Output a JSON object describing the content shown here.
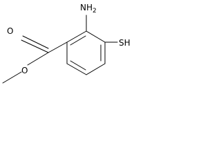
{
  "molecule": {
    "atoms": {
      "amine": {
        "element": "NH",
        "subscript": "2"
      },
      "thiol": "SH",
      "carbonyl_oxygen": "O",
      "ester_oxygen": "O"
    },
    "colors": {
      "ink": "#000000",
      "background": "#ffffff"
    }
  }
}
